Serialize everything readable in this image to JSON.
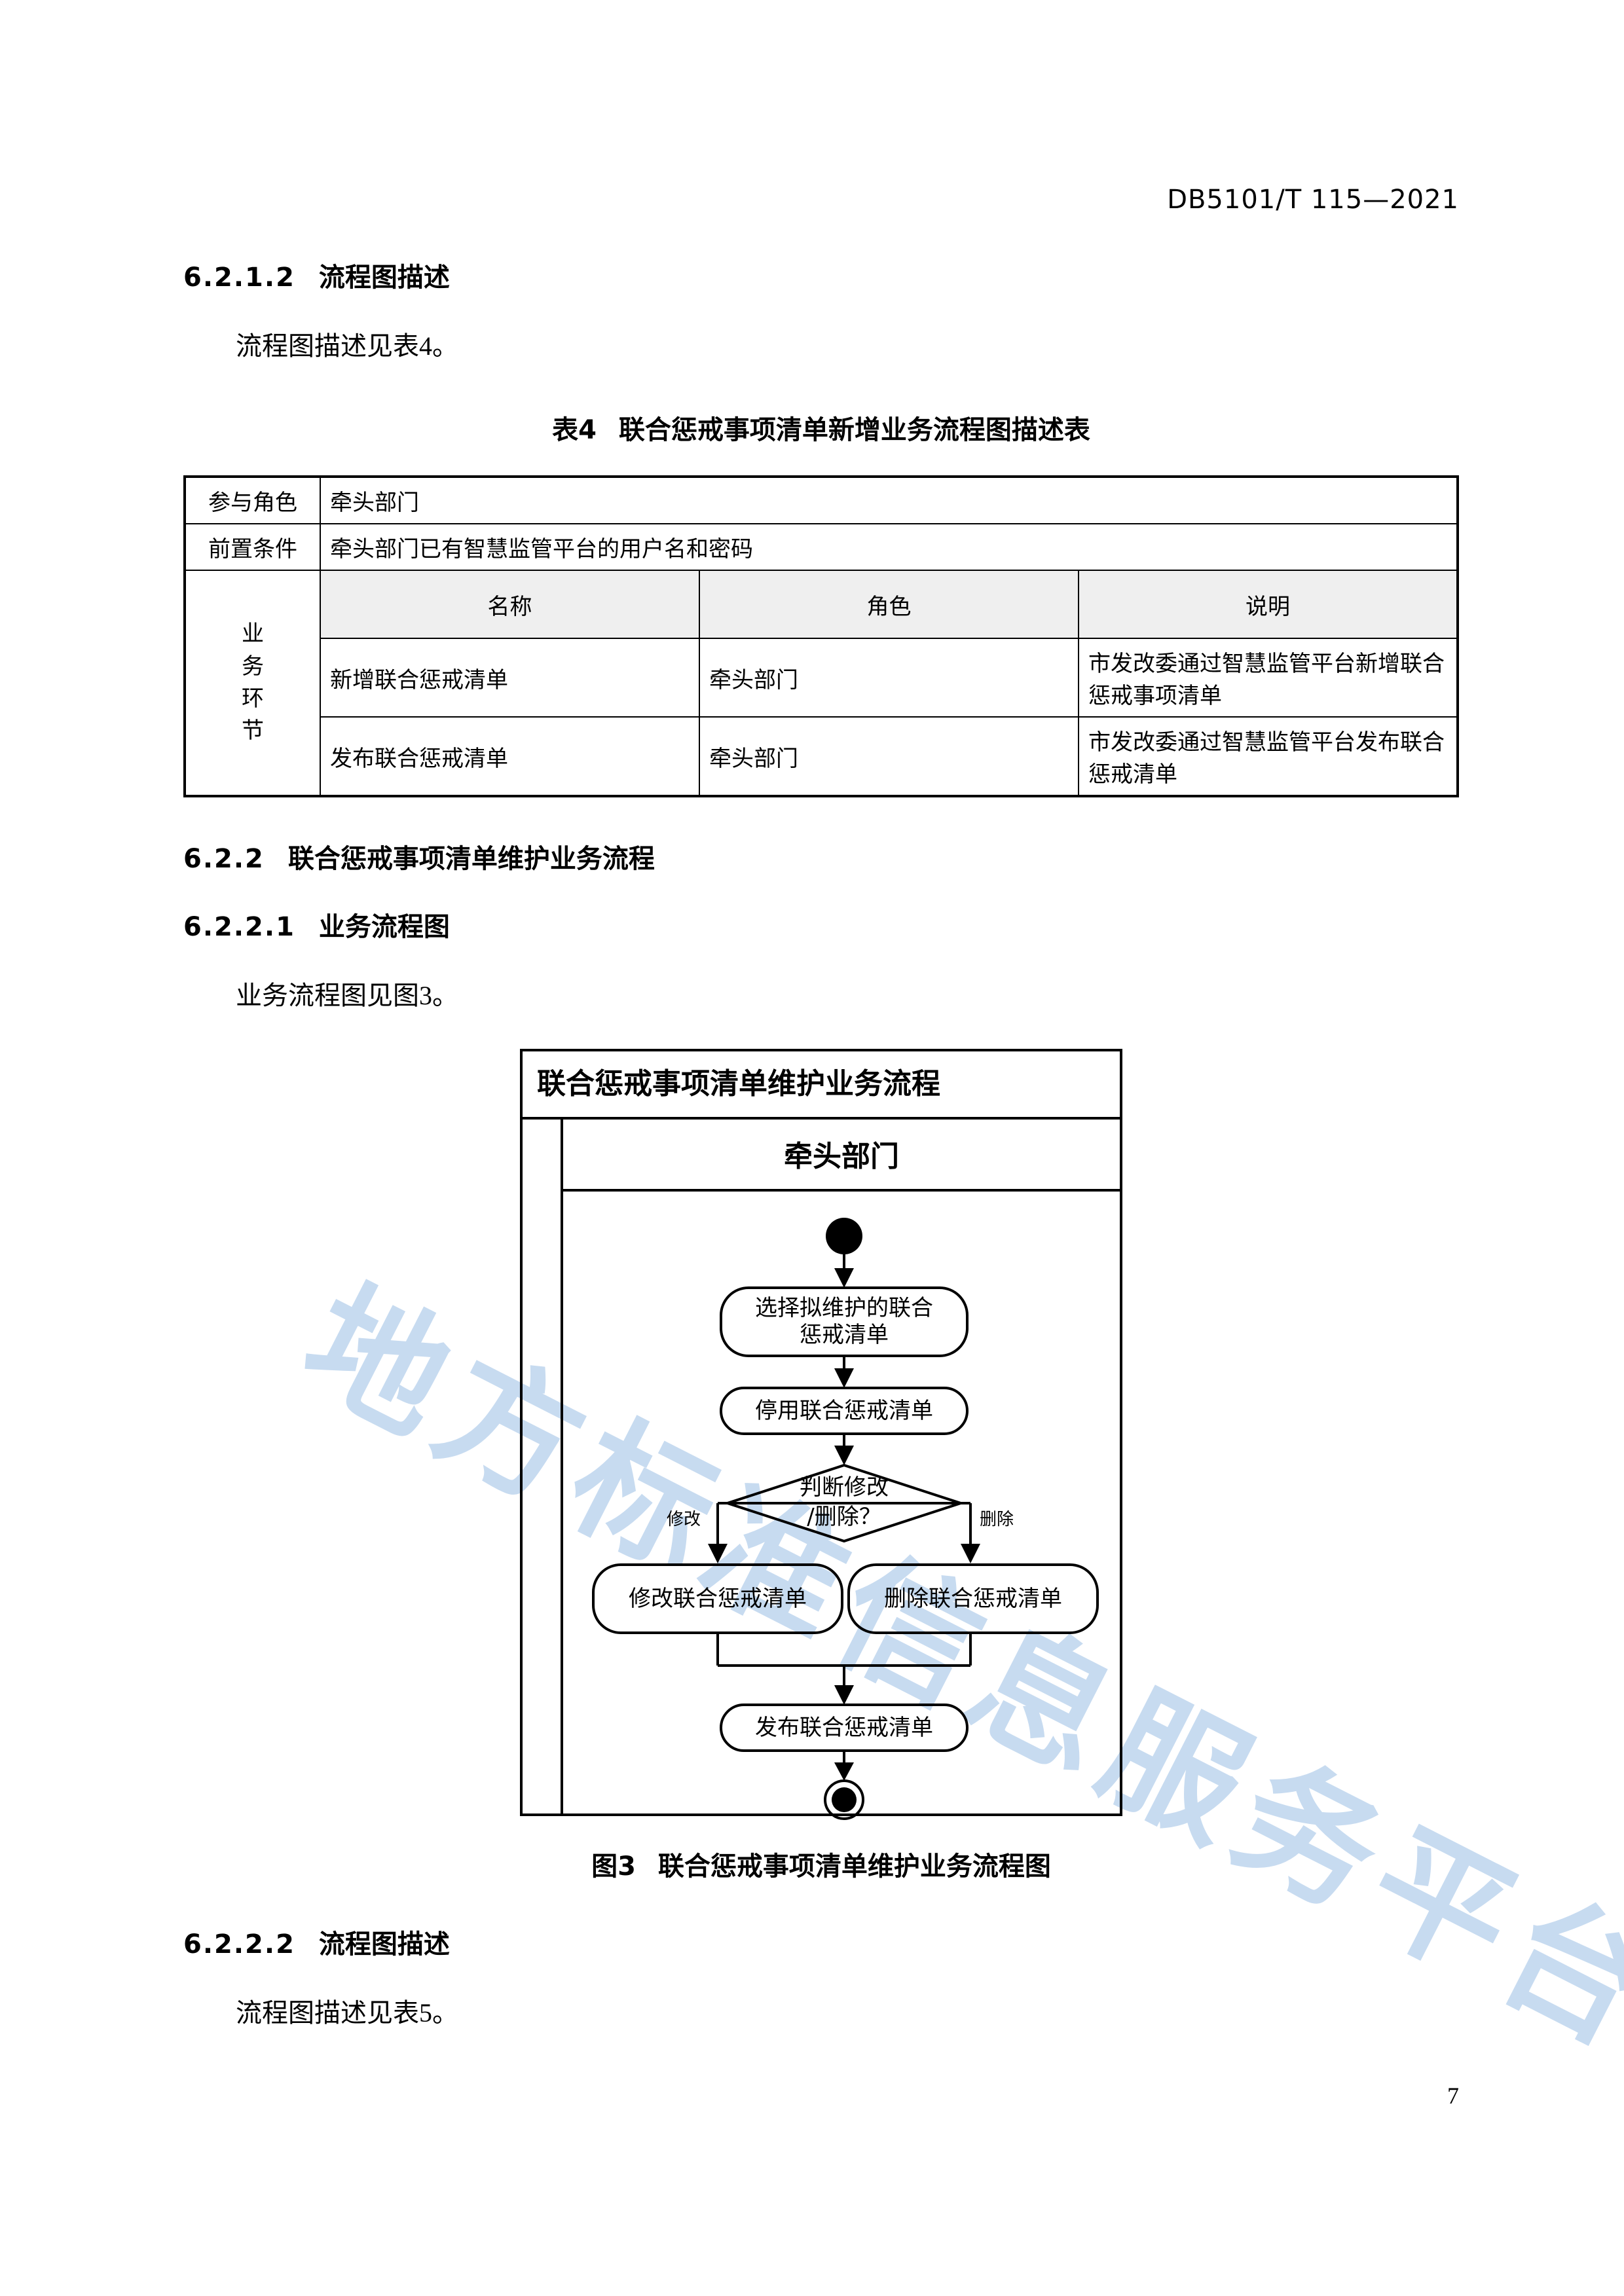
{
  "header": {
    "standard_no": "DB5101/T  115—2021"
  },
  "page_number": "7",
  "watermark": {
    "text": "地方标准信息服务平台",
    "color": "#bed5ee"
  },
  "sections": {
    "s_6212": {
      "number": "6.2.1.2",
      "title": "流程图描述",
      "body": "流程图描述见表4。"
    },
    "s_622": {
      "number": "6.2.2",
      "title": "联合惩戒事项清单维护业务流程"
    },
    "s_6221": {
      "number": "6.2.2.1",
      "title": "业务流程图",
      "body": "业务流程图见图3。"
    },
    "s_6222": {
      "number": "6.2.2.2",
      "title": "流程图描述",
      "body": "流程图描述见表5。"
    }
  },
  "table4": {
    "caption_number": "表4",
    "caption_title": "联合惩戒事项清单新增业务流程图描述表",
    "rows_meta": [
      {
        "label": "参与角色",
        "value": "牵头部门"
      },
      {
        "label": "前置条件",
        "value": "牵头部门已有智慧监管平台的用户名和密码"
      }
    ],
    "section_label": [
      "业",
      "务",
      "环",
      "节"
    ],
    "columns": [
      "名称",
      "角色",
      "说明"
    ],
    "rows": [
      {
        "name": "新增联合惩戒清单",
        "role": "牵头部门",
        "desc": "市发改委通过智慧监管平台新增联合惩戒事项清单"
      },
      {
        "name": "发布联合惩戒清单",
        "role": "牵头部门",
        "desc": "市发改委通过智慧监管平台发布联合惩戒清单"
      }
    ]
  },
  "figure3": {
    "diagram_title": "联合惩戒事项清单维护业务流程",
    "lane_title": "牵头部门",
    "nodes": {
      "start": "start-node",
      "n1": "选择拟维护的联合\n惩戒清单",
      "n1_line1": "选择拟维护的联合",
      "n1_line2": "惩戒清单",
      "n2": "停用联合惩戒清单",
      "decision_line1": "判断修改",
      "decision_line2": "/删除？",
      "branch_left": "修改",
      "branch_right": "删除",
      "n3": "修改联合惩戒清单",
      "n4": "删除联合惩戒清单",
      "n5": "发布联合惩戒清单",
      "end": "end-node"
    },
    "caption_number": "图3",
    "caption_title": "联合惩戒事项清单维护业务流程图"
  }
}
